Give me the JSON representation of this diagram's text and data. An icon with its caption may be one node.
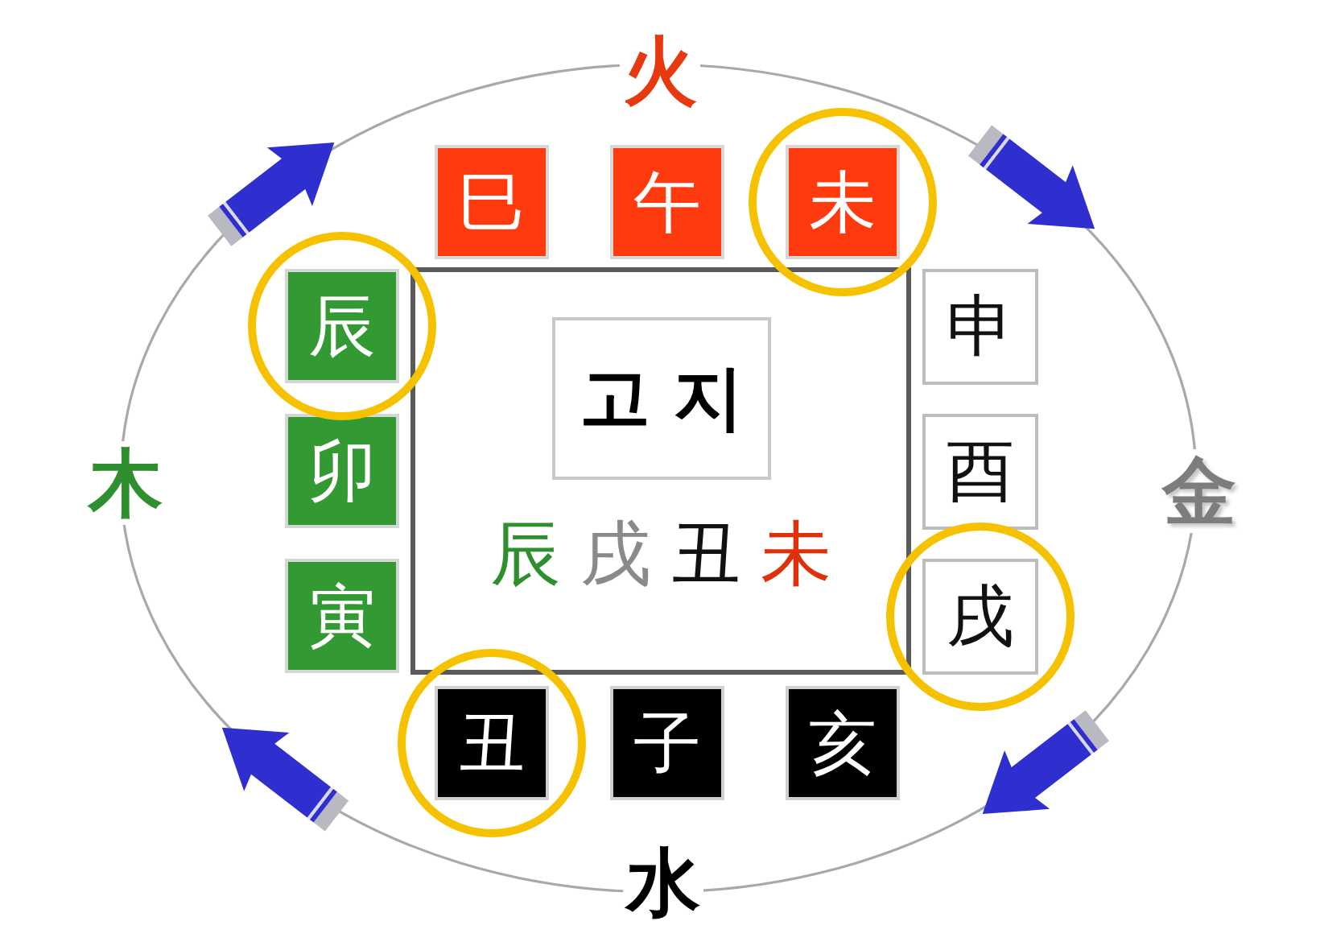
{
  "diagram": {
    "nodes": [
      {
        "text": [
          "巳"
        ]
      },
      {
        "text": [
          "午"
        ]
      },
      {
        "text": [
          "未"
        ]
      },
      {
        "text": [
          "辰"
        ]
      },
      {
        "text": [
          "辰戌丑未"
        ]
      },
      {
        "text": [
          "고지"
        ],
        "in": 4
      },
      {
        "text": [
          "申"
        ]
      },
      {
        "text": [
          "卯"
        ]
      },
      {
        "text": [
          "酉"
        ]
      },
      {
        "text": [
          "寅"
        ]
      },
      {
        "text": [
          "戌"
        ]
      },
      {
        "text": [
          "丑"
        ]
      },
      {
        "text": [
          "子"
        ]
      },
      {
        "text": [
          "亥"
        ]
      }
    ],
    "labels": [
      "火",
      "木",
      "金",
      "水"
    ]
  }
}
